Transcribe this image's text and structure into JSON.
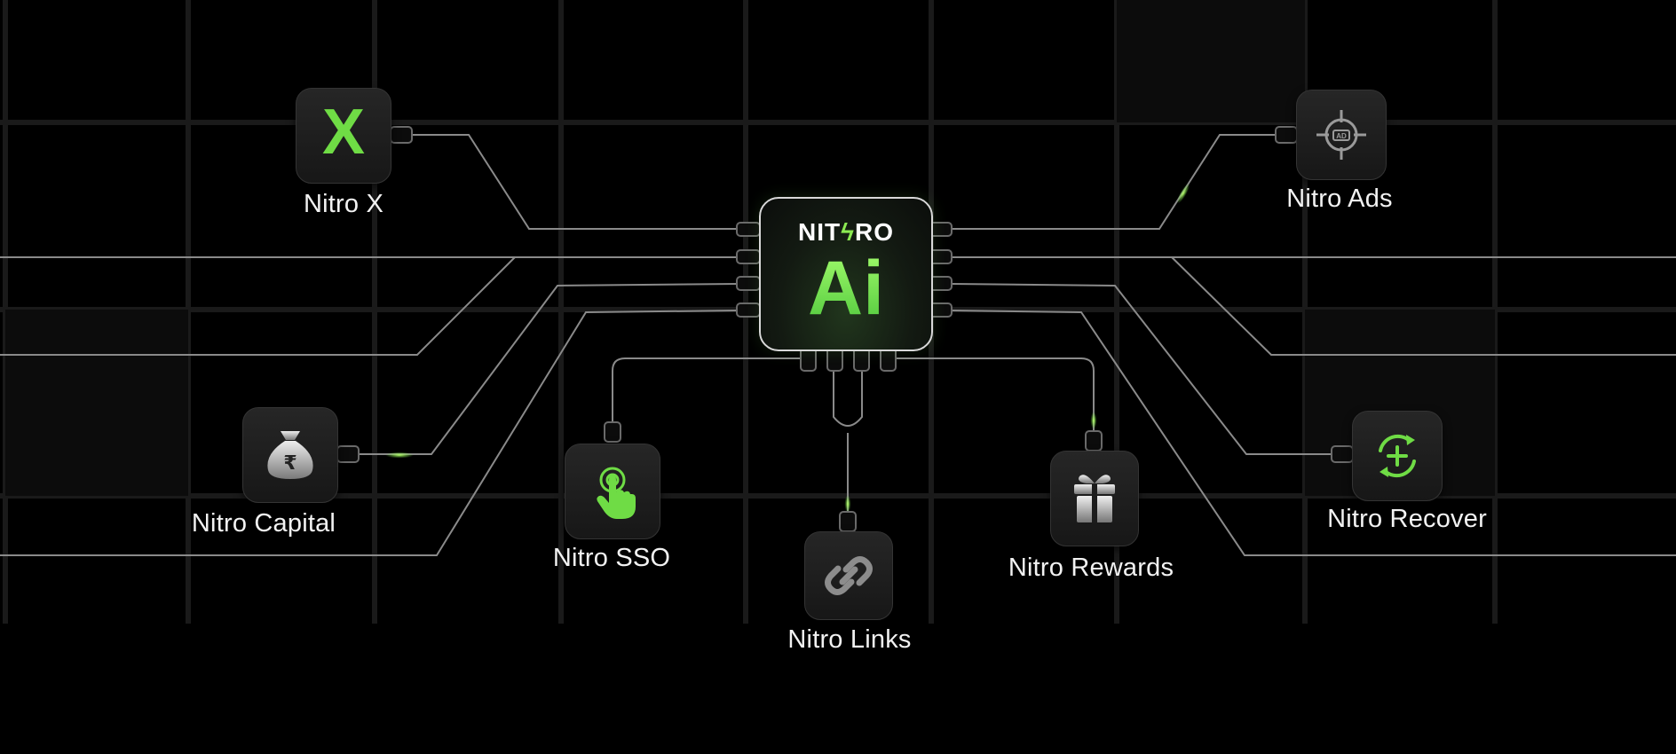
{
  "hub": {
    "brand": "NITRO",
    "brand_prefix": "NIT",
    "brand_bolt": "ϟ",
    "brand_suffix": "RO",
    "title": "Ai"
  },
  "products": {
    "x": {
      "label": "Nitro X",
      "glyph": "X",
      "icon": "x-logo-icon"
    },
    "ads": {
      "label": "Nitro Ads",
      "icon": "ad-target-icon"
    },
    "capital": {
      "label": "Nitro Capital",
      "glyph": "₹",
      "icon": "money-bag-icon"
    },
    "sso": {
      "label": "Nitro SSO",
      "icon": "tap-finger-icon"
    },
    "links": {
      "label": "Nitro Links",
      "icon": "link-chain-icon"
    },
    "rewards": {
      "label": "Nitro Rewards",
      "icon": "gift-icon"
    },
    "recover": {
      "label": "Nitro Recover",
      "icon": "recover-plus-icon"
    }
  },
  "colors": {
    "accent": "#6fdc45",
    "background": "#000000",
    "grid": "#1a1a1a",
    "wire": "#8a8a8a",
    "text": "#f2f2f2"
  }
}
